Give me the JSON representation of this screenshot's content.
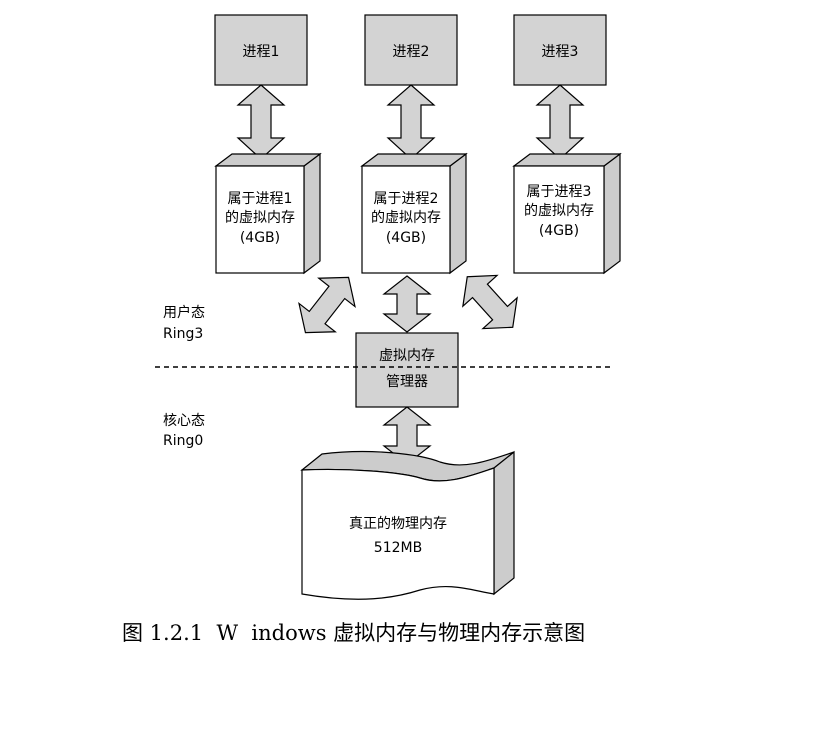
{
  "processes": [
    {
      "label": "进程1"
    },
    {
      "label": "进程2"
    },
    {
      "label": "进程3"
    }
  ],
  "virtual_memories": [
    {
      "line1": "属于进程1",
      "line2": "的虚拟内存",
      "line3": "(4GB)"
    },
    {
      "line1": "属于进程2",
      "line2": "的虚拟内存",
      "line3": "(4GB)"
    },
    {
      "line1": "属于进程3",
      "line2": "的虚拟内存",
      "line3": "(4GB)"
    }
  ],
  "manager": {
    "line1": "虚拟内存",
    "line2": "管理器"
  },
  "user_mode": {
    "line1": "用户态",
    "line2": "Ring3"
  },
  "kernel_mode": {
    "line1": "核心态",
    "line2": "Ring0"
  },
  "physical_memory": {
    "line1": "真正的物理内存",
    "line2": "512MB"
  },
  "caption": "图 1.2.1  W  indows 虚拟内存与物理内存示意图",
  "colors": {
    "box_fill": "#d3d3d3",
    "arrow_fill": "#d3d3d3",
    "stroke": "#000000"
  }
}
